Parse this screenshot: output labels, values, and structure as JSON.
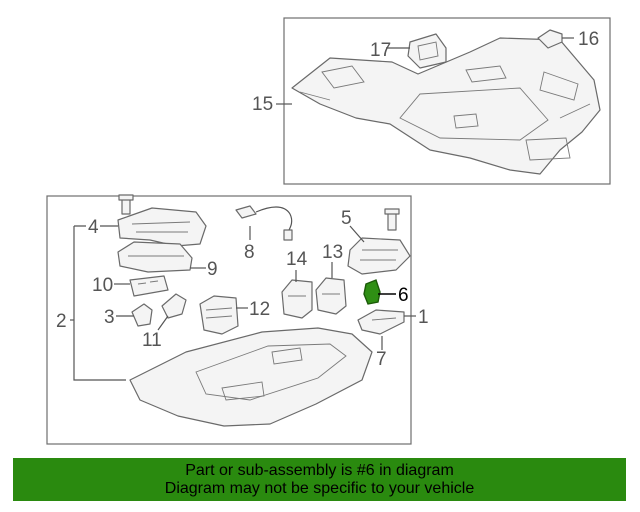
{
  "diagram": {
    "callouts": [
      "1",
      "2",
      "3",
      "4",
      "5",
      "6",
      "7",
      "8",
      "9",
      "10",
      "11",
      "12",
      "13",
      "14",
      "15",
      "16",
      "17"
    ],
    "highlighted_callout": "6",
    "highlight_color": "#2f8f14"
  },
  "banner": {
    "line1": "Part or sub-assembly is #6 in diagram",
    "line2": "Diagram may not be specific to your vehicle",
    "background": "#2a8a0f"
  }
}
